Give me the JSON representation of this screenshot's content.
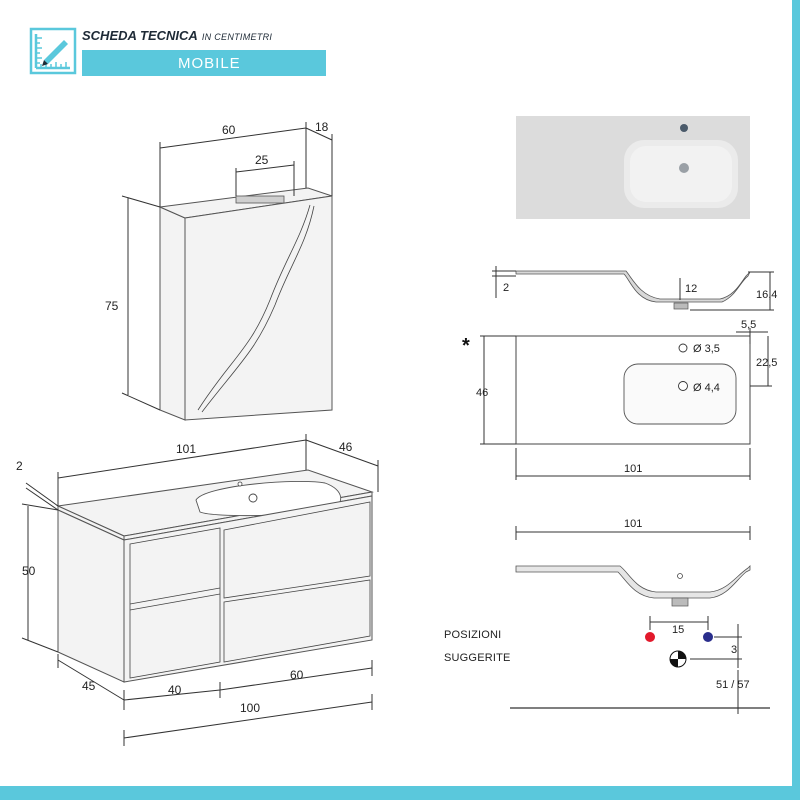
{
  "header": {
    "title": "SCHEDA TECNICA",
    "subtitle": "IN CENTIMETRI",
    "band_label": "MOBILE",
    "accent_color": "#5ac8dc",
    "logo_icon": "ruler-pencil-icon"
  },
  "mirror_cabinet": {
    "width": "60",
    "depth": "18",
    "lamp_width": "25",
    "height": "75"
  },
  "vanity": {
    "top_thickness": "2",
    "width_top": "101",
    "depth_top": "46",
    "height": "50",
    "depth_side": "45",
    "open_section": "40",
    "drawer_section": "60",
    "total_width": "100"
  },
  "basin_side": {
    "thickness": "2",
    "drain_depth": "12",
    "total_height": "16,4"
  },
  "basin_top": {
    "asterisk": "*",
    "hole_offset": "5,5",
    "hole_depth": "22,5",
    "depth": "46",
    "tap_hole": "Ø 3,5",
    "drain_hole": "Ø 4,4",
    "width": "101"
  },
  "basin_front": {
    "width": "101"
  },
  "positions": {
    "label_line1": "POSIZIONI",
    "label_line2": "SUGGERITE",
    "spacing": "15",
    "offset": "3",
    "height": "51 / 57",
    "hot_color": "#e2192b",
    "cold_color": "#2a2e8c"
  }
}
